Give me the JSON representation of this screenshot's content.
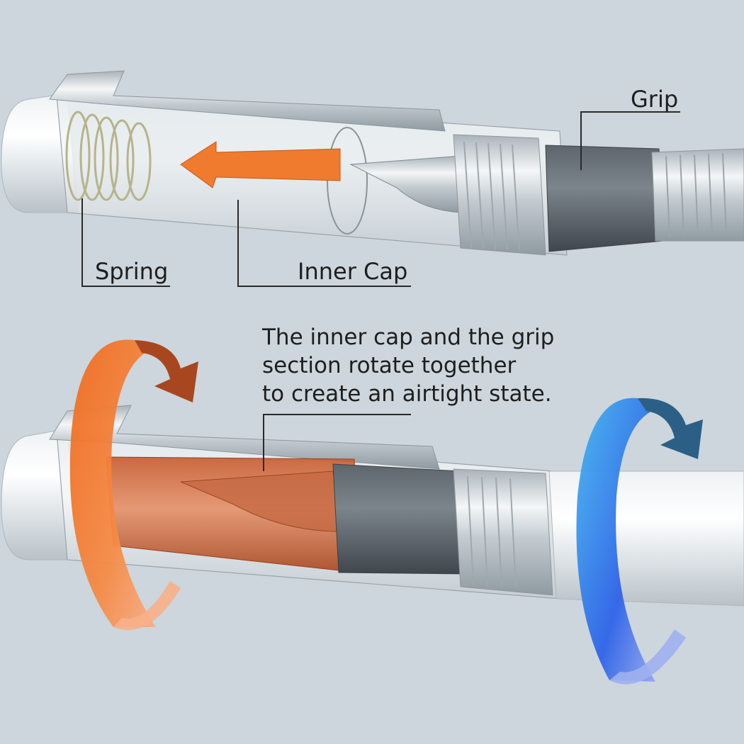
{
  "labels": {
    "grip": "Grip",
    "spring": "Spring",
    "inner_cap": "Inner Cap"
  },
  "annotation": {
    "lines": [
      "The inner cap and the grip",
      "section rotate together",
      "to create an airtight state."
    ]
  },
  "colors": {
    "background": "#ccd6dc",
    "move_arrow": "#f07a2e",
    "inner_cap_highlight": "#e2703c",
    "rotation_cap": "#f27a32",
    "rotation_grip": "#3a6fe6"
  },
  "icons": {
    "move_arrow": "arrow-left-icon",
    "cap_rotation": "rotate-clockwise-icon",
    "grip_rotation": "rotate-clockwise-icon"
  }
}
